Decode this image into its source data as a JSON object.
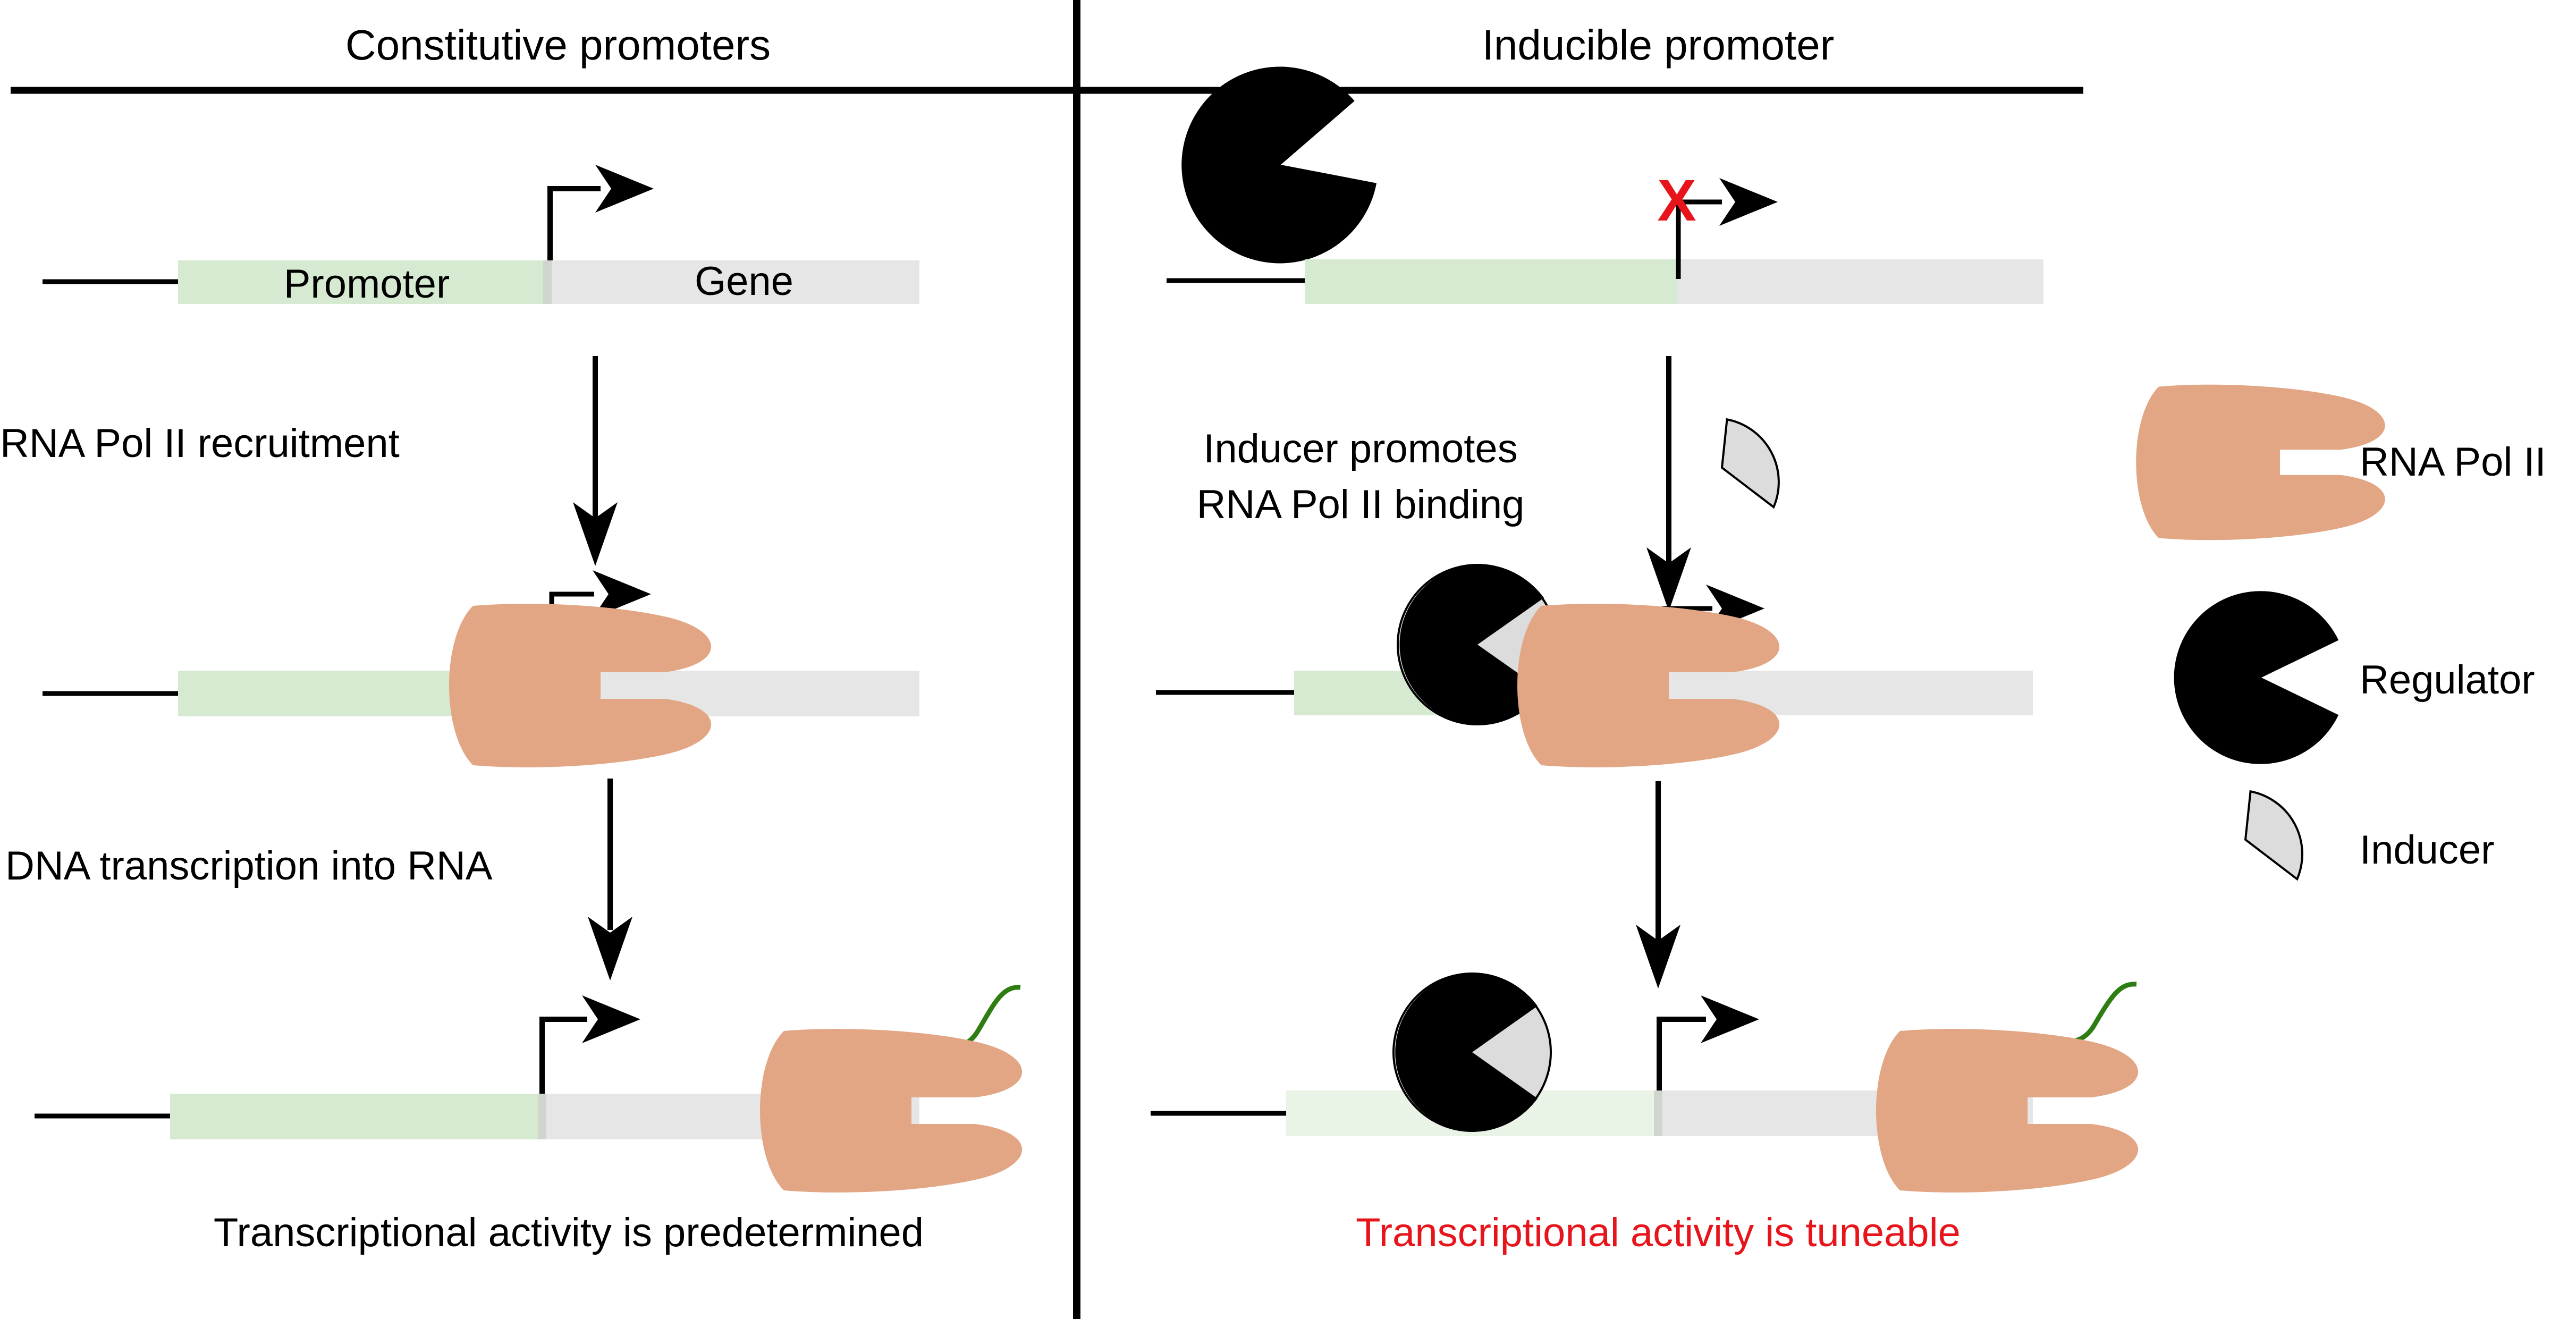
{
  "headers": {
    "left": "Constitutive promoters",
    "right": "Inducible promoter"
  },
  "dna_labels": {
    "promoter": "Promoter",
    "gene": "Gene"
  },
  "steps": {
    "left_recruitment": "RNA Pol II recruitment",
    "left_transcription": "DNA transcription into RNA",
    "right_inducer_line1": "Inducer promotes",
    "right_inducer_line2": "RNA Pol II binding"
  },
  "conclusions": {
    "left": "Transcriptional activity is predetermined",
    "right": "Transcriptional activity is tuneable"
  },
  "blocked_mark": "X",
  "legend": {
    "rna_pol": "RNA Pol II",
    "regulator": "Regulator",
    "inducer": "Inducer"
  },
  "colors": {
    "promoter": "#d6ead2",
    "promoter_light": "#e9f4e7",
    "gene": "#e6e6e6",
    "rna_pol": "#e2a684",
    "regulator": "#000000",
    "inducer": "#dcdcdc",
    "transcript": "#2e7d12",
    "highlight_text": "#e8141b"
  },
  "icons": [
    "transcription-start-arrow",
    "down-arrow",
    "rna-pol-ii-shape",
    "regulator-pacman-shape",
    "inducer-wedge-shape",
    "rna-transcript-squiggle",
    "blocked-x-mark"
  ]
}
